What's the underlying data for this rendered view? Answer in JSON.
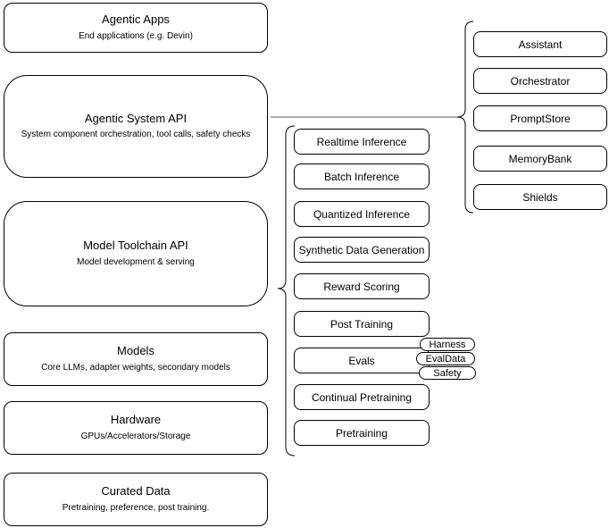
{
  "diagram": {
    "stack": [
      {
        "title": "Agentic Apps",
        "subtitle": "End applications (e.g. Devin)"
      },
      {
        "title": "Agentic System API",
        "subtitle": "System component orchestration, tool calls, safety checks"
      },
      {
        "title": "Model Toolchain API",
        "subtitle": "Model development & serving"
      },
      {
        "title": "Models",
        "subtitle": "Core LLMs, adapter weights, secondary models"
      },
      {
        "title": "Hardware",
        "subtitle": "GPUs/Accelerators/Storage"
      },
      {
        "title": "Curated Data",
        "subtitle": "Pretraining, preference, post training."
      }
    ],
    "toolchain_api_items": [
      "Realtime Inference",
      "Batch Inference",
      "Quantized Inference",
      "Synthetic Data Generation",
      "Reward Scoring",
      "Post Training",
      "Evals",
      "Continual Pretraining",
      "Pretraining"
    ],
    "evals_pills": [
      "Harness",
      "EvalData",
      "Safety"
    ],
    "system_api_items": [
      "Assistant",
      "Orchestrator",
      "PromptStore",
      "MemoryBank",
      "Shields"
    ],
    "colors": {
      "stroke": "#000000",
      "fill": "#ffffff",
      "background": "#ffffff",
      "connector": "#595959"
    }
  }
}
